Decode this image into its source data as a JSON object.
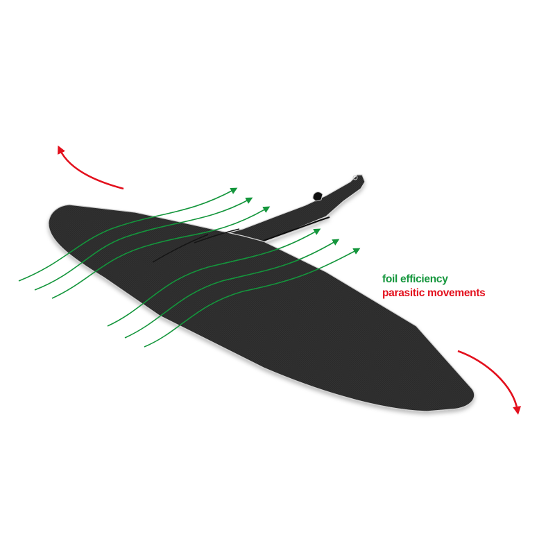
{
  "diagram": {
    "subject": "hydrofoil front wing",
    "colors": {
      "wing_fill": "#2b2b2b",
      "wing_edge": "#cfcfcf",
      "flow_green": "#14963c",
      "motion_red": "#e3101d",
      "background": "#ffffff"
    },
    "legend": [
      {
        "label": "foil efficiency",
        "color": "#14963c",
        "meaning": "airflow streamlines"
      },
      {
        "label": "parasitic movements",
        "color": "#e3101d",
        "meaning": "rotational motion arrows"
      }
    ],
    "flow_arrow_count": 6,
    "motion_arrow_count": 2
  }
}
